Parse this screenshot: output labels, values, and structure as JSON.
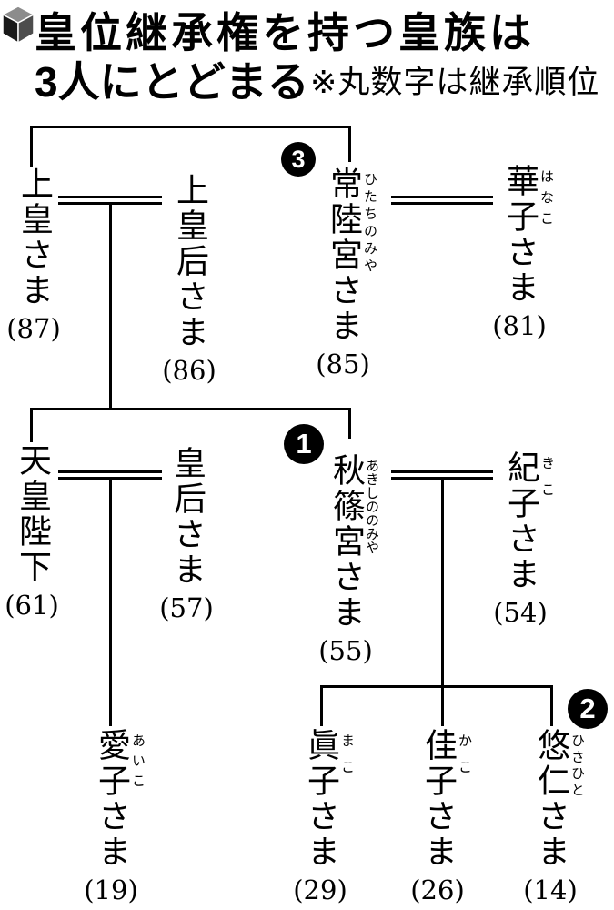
{
  "header": {
    "title_line1": "皇位継承権を持つ皇族は",
    "title_line2": "3人にとどまる",
    "note": "※丸数字は継承順位"
  },
  "people": [
    {
      "id": "joko",
      "name": "上皇さま",
      "furigana": "",
      "age": "(87)",
      "succession": ""
    },
    {
      "id": "jokogo",
      "name": "上皇后さま",
      "furigana": "",
      "age": "(86)",
      "succession": ""
    },
    {
      "id": "hitachinomiya",
      "name": "常陸宮さま",
      "furigana": "ひたちのみや",
      "age": "(85)",
      "succession": "3"
    },
    {
      "id": "hanako",
      "name": "華子さま",
      "furigana": "はなこ",
      "age": "(81)",
      "succession": ""
    },
    {
      "id": "tenno",
      "name": "天皇陛下",
      "furigana": "",
      "age": "(61)",
      "succession": ""
    },
    {
      "id": "kogo",
      "name": "皇后さま",
      "furigana": "",
      "age": "(57)",
      "succession": ""
    },
    {
      "id": "akishinonomiya",
      "name": "秋篠宮さま",
      "furigana": "あきしののみや",
      "age": "(55)",
      "succession": "1"
    },
    {
      "id": "kiko",
      "name": "紀子さま",
      "furigana": "きこ",
      "age": "(54)",
      "succession": ""
    },
    {
      "id": "aiko",
      "name": "愛子さま",
      "furigana": "あいこ",
      "age": "(19)",
      "succession": ""
    },
    {
      "id": "mako",
      "name": "眞子さま",
      "furigana": "まこ",
      "age": "(29)",
      "succession": ""
    },
    {
      "id": "kako",
      "name": "佳子さま",
      "furigana": "かこ",
      "age": "(26)",
      "succession": ""
    },
    {
      "id": "hisahito",
      "name": "悠仁さま",
      "furigana": "ひさひと",
      "age": "(14)",
      "succession": "2"
    }
  ],
  "relationships": {
    "couples": [
      [
        "上皇さま",
        "上皇后さま"
      ],
      [
        "常陸宮さま",
        "華子さま"
      ],
      [
        "天皇陛下",
        "皇后さま"
      ],
      [
        "秋篠宮さま",
        "紀子さま"
      ]
    ],
    "siblings": [
      [
        "上皇さま",
        "常陸宮さま"
      ],
      [
        "天皇陛下",
        "秋篠宮さま"
      ]
    ],
    "children": [
      {
        "parents": [
          "上皇さま",
          "上皇后さま"
        ],
        "children": [
          "天皇陛下",
          "秋篠宮さま"
        ]
      },
      {
        "parents": [
          "天皇陛下",
          "皇后さま"
        ],
        "children": [
          "愛子さま"
        ]
      },
      {
        "parents": [
          "秋篠宮さま",
          "紀子さま"
        ],
        "children": [
          "眞子さま",
          "佳子さま",
          "悠仁さま"
        ]
      }
    ]
  },
  "colors": {
    "ink": "#000000",
    "background": "#ffffff",
    "badge_bg": "#000000",
    "badge_text": "#ffffff",
    "cube_top": "#8c8c8c",
    "cube_left": "#1a1a1a",
    "cube_right": "#4d4d4d"
  }
}
